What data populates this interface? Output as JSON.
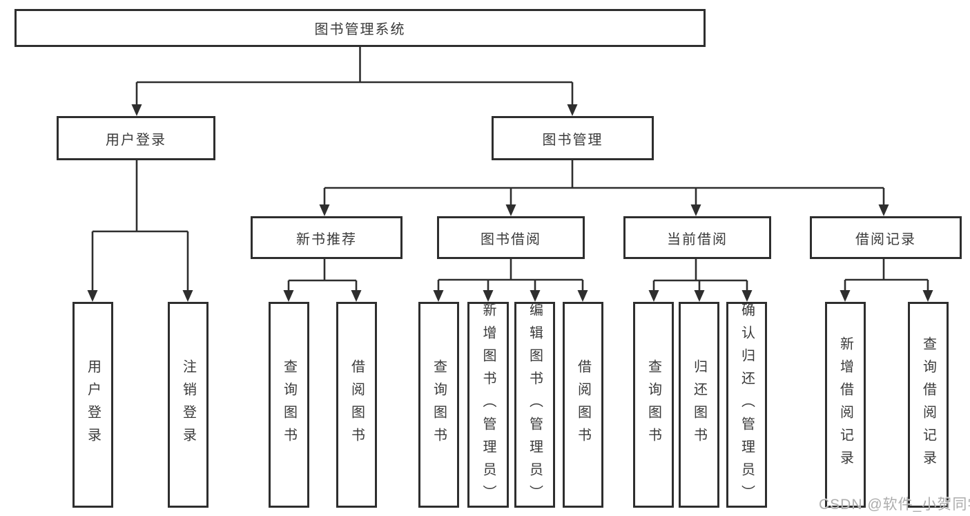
{
  "colors": {
    "line": "#2e2e2e",
    "box_border": "#2e2e2e",
    "text": "#3a3a3a",
    "background": "#ffffff",
    "watermark": "#9e9e9e"
  },
  "diagram": {
    "root": "图书管理系统",
    "level2": {
      "user_login": "用户登录",
      "book_mgmt": "图书管理"
    },
    "level3": {
      "new_book_rec": "新书推荐",
      "book_borrow": "图书借阅",
      "current_borrow": "当前借阅",
      "borrow_record": "借阅记录"
    },
    "leaves": {
      "login": "用户登录",
      "logout": "注销登录",
      "rec_query_book": "查询图书",
      "rec_borrow_book": "借阅图书",
      "bor_query_book": "查询图书",
      "bor_add_book": "新增图书（管理员）",
      "bor_edit_book": "编辑图书（管理员）",
      "bor_borrow_book": "借阅图书",
      "cur_query_book": "查询图书",
      "cur_return_book": "归还图书",
      "cur_confirm_return": "确认归还（管理员）",
      "log_add_record": "新增借阅记录",
      "log_query_record": "查询借阅记录"
    }
  },
  "watermark": "CSDN @软件_小贺同学"
}
